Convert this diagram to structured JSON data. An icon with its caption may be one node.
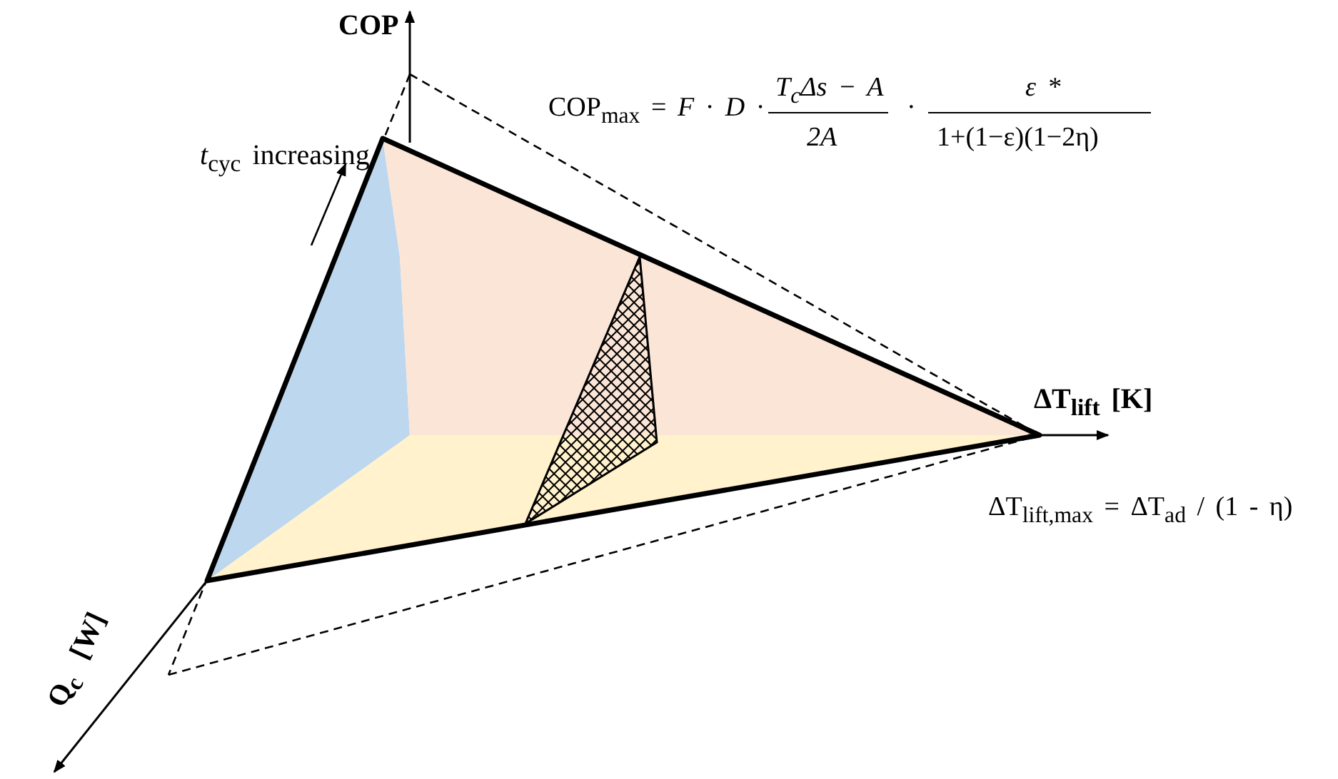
{
  "diagram": {
    "labels": [
      "COP",
      "COP$_{max}$ = *F* · *D* ·",
      "T$_{c}$Δs − A",
      "2A",
      "·",
      "ε *",
      "1+(1−ε)(1−2η)",
      "*t*$_{cyc}$ increasing",
      "ΔT$_{lift}$ [K]",
      "ΔT$_{lift,max}$ = ΔT$_{ad}$ / (1 - η)",
      "Q$_{c}$ [W]"
    ]
  }
}
